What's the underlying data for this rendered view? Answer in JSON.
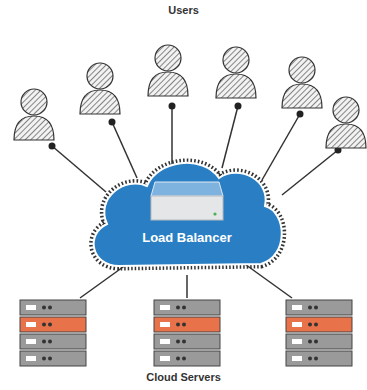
{
  "diagram": {
    "title": "Users",
    "caption": "Cloud Servers",
    "nodes": [
      {
        "text": [
          "Load Balancer"
        ]
      }
    ]
  }
}
